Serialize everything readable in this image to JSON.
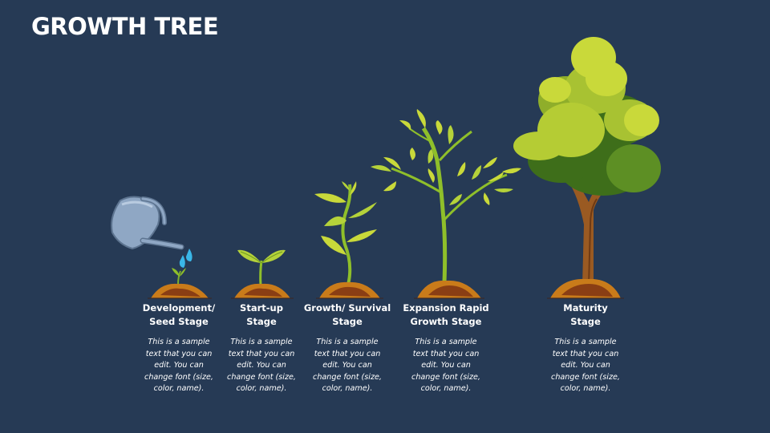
{
  "title": "GROWTH TREE",
  "stages": [
    {
      "name_line1": "Development/",
      "name_line2": "Seed Stage",
      "description": "This is a sample text that you can edit. You can change font (size, color, name)."
    },
    {
      "name_line1": "Start-up",
      "name_line2": "Stage",
      "description": "This is a sample text that you can edit. You can change font (size, color, name)."
    },
    {
      "name_line1": "Growth/ Survival",
      "name_line2": "Stage",
      "description": "This is a sample text that you can edit. You can change font (size, color, name)."
    },
    {
      "name_line1": "Expansion Rapid",
      "name_line2": "Growth Stage",
      "description": "This is a sample text that you can edit. You can change font (size, color, name)."
    },
    {
      "name_line1": "Maturity",
      "name_line2": "Stage",
      "description": "This is a sample text that you can edit. You can change font (size, color, name)."
    }
  ],
  "icons": [
    "watering-can-icon",
    "water-drop-icon",
    "seedling-icon",
    "sprout-icon",
    "young-plant-icon",
    "sapling-icon",
    "mature-tree-icon",
    "soil-mound-icon"
  ],
  "colors": {
    "background": "#263a55",
    "soil": "#c97b1a",
    "soil_dark": "#8a3e14",
    "leaf_light": "#c9d93a",
    "leaf_mid": "#8fae2a",
    "leaf_dark": "#4a7f1e",
    "trunk": "#9a5a22",
    "can": "#8fa7c4",
    "water": "#3ab7e8",
    "text": "#ffffff"
  }
}
